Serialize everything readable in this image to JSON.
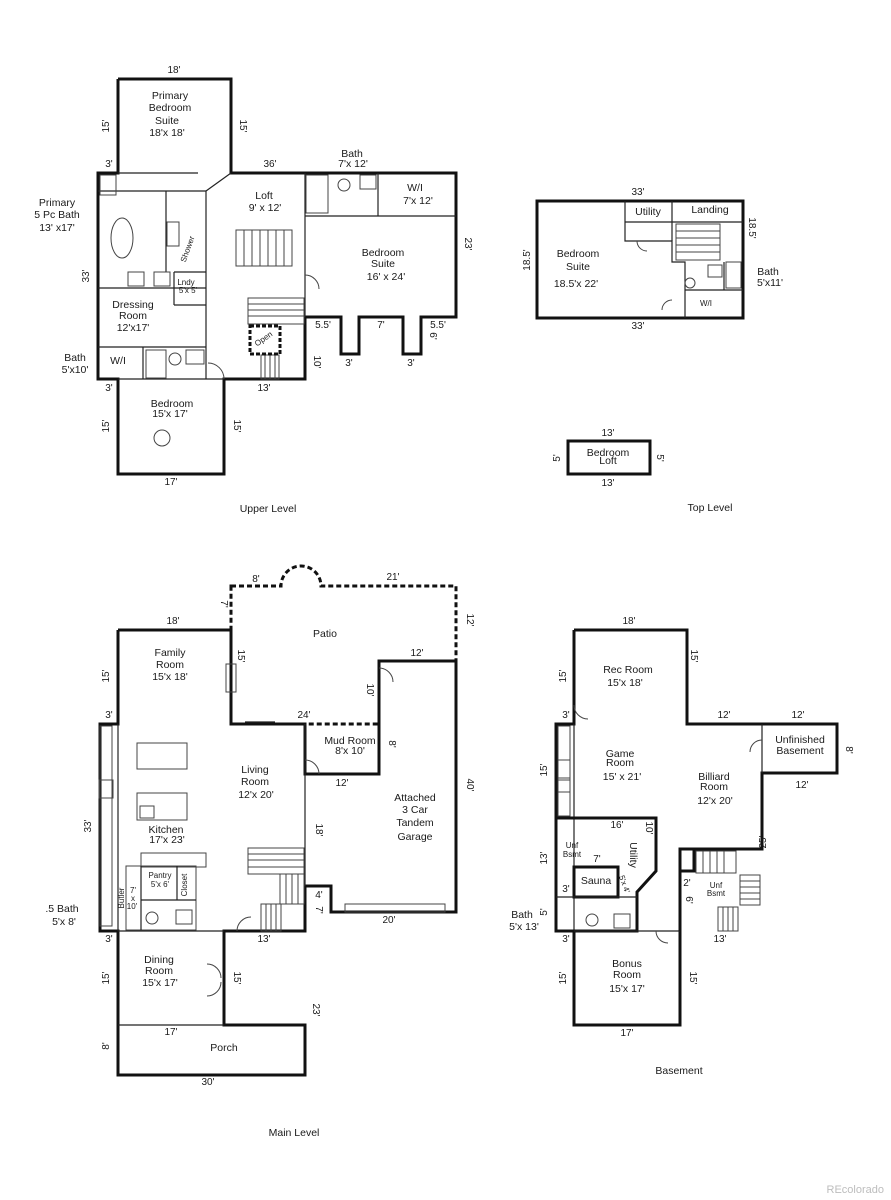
{
  "captions": {
    "upper": "Upper Level",
    "top": "Top Level",
    "main": "Main Level",
    "basement": "Basement"
  },
  "watermark": "REcolorado",
  "upper": {
    "primary_suite": [
      "Primary",
      "Bedroom",
      "Suite",
      "18'x 18'"
    ],
    "primary_bath": [
      "Primary",
      "5 Pc Bath",
      "13' x17'"
    ],
    "shower": "Shower",
    "lndy": [
      "Lndy",
      "5'x 5'"
    ],
    "dressing": [
      "Dressing",
      "Room",
      "12'x17'"
    ],
    "bath": [
      "Bath",
      "5'x10'"
    ],
    "wi": "W/I",
    "bedroom": [
      "Bedroom",
      "15'x 17'"
    ],
    "loft": [
      "Loft",
      "9' x 12'"
    ],
    "bath2": [
      "Bath",
      "7'x 12'"
    ],
    "wi2": [
      "W/I",
      "7'x 12'"
    ],
    "bedroom_suite": [
      "Bedroom",
      "Suite",
      "16' x 24'"
    ],
    "open": "Open",
    "dims": {
      "d18": "18'",
      "d15a": "15'",
      "d15b": "15'",
      "d3a": "3'",
      "d36": "36'",
      "d33": "33'",
      "d3b": "3'",
      "d15c": "15'",
      "d15d": "15'",
      "d17": "17'",
      "d13": "13'",
      "d10": "10'",
      "d55a": "5.5'",
      "d7": "7'",
      "d55b": "5.5'",
      "d6": "6'",
      "d3c": "3'",
      "d3d": "3'",
      "d23": "23'"
    }
  },
  "top": {
    "bedroom_suite": [
      "Bedroom",
      "Suite",
      "18.5'x 22'"
    ],
    "utility": "Utility",
    "landing": "Landing",
    "bath": [
      "Bath",
      "5'x11'"
    ],
    "wi": "W/I",
    "loft": [
      "Bedroom",
      "Loft"
    ],
    "dims": {
      "d33a": "33'",
      "d33b": "33'",
      "d185a": "18.5'",
      "d185b": "18.5'",
      "d13a": "13'",
      "d13b": "13'",
      "d5a": "5'",
      "d5b": "5'"
    }
  },
  "main": {
    "patio": "Patio",
    "family": [
      "Family",
      "Room",
      "15'x 18'"
    ],
    "living": [
      "Living",
      "Room",
      "12'x 20'"
    ],
    "mud": [
      "Mud Room",
      "8'x 10'"
    ],
    "kitchen": [
      "Kitchen",
      "17'x 23'"
    ],
    "pantry": [
      "Pantry",
      "5'x 6'"
    ],
    "closet": "Closet",
    "butler": "Butler",
    "butler_dims": [
      "7'",
      "x",
      "10'"
    ],
    "half_bath": [
      ".5  Bath",
      "5'x 8'"
    ],
    "dining": [
      "Dining",
      "Room",
      "15'x  17'"
    ],
    "garage": [
      "Attached",
      "3 Car",
      "Tandem",
      "Garage"
    ],
    "porch": "Porch",
    "dims": {
      "d8": "8'",
      "d21": "21'",
      "d7a": "7'",
      "d12a": "12'",
      "d15a": "15'",
      "d12b": "12'",
      "d10": "10'",
      "d24": "24'",
      "d18a": "18'",
      "d15b": "15'",
      "d3a": "3'",
      "d33": "33'",
      "d8b": "8'",
      "d12c": "12'",
      "d40": "40'",
      "d18b": "18'",
      "d4": "4'",
      "d7b": "7'",
      "d20": "20'",
      "d3b": "3'",
      "d13": "13'",
      "d15c": "15'",
      "d15d": "15'",
      "d23": "23'",
      "d17": "17'",
      "d8c": "8'",
      "d30": "30'"
    }
  },
  "basement": {
    "rec": [
      "Rec Room",
      "15'x 18'"
    ],
    "game": [
      "Game",
      "Room",
      "15' x 21'"
    ],
    "billiard": [
      "Billiard",
      "Room",
      "12'x 20'"
    ],
    "unfinished": [
      "Unfinished",
      "Basement"
    ],
    "unf1": [
      "Unf",
      "Bsmt"
    ],
    "unf2": [
      "Unf",
      "Bsmt"
    ],
    "utility": "Utility",
    "utility_dim": "5'x 4'",
    "sauna": "Sauna",
    "bath": [
      "Bath",
      "5'x 13'"
    ],
    "bonus": [
      "Bonus",
      "Room",
      "15'x 17'"
    ],
    "dims": {
      "d18": "18'",
      "d15a": "15'",
      "d15b": "15'",
      "d3a": "3'",
      "d12a": "12'",
      "d12b": "12'",
      "d8": "8'",
      "d12c": "12'",
      "d15c": "15'",
      "d16": "16'",
      "d10": "10'",
      "d25": "25'",
      "d13a": "13'",
      "d7": "7'",
      "d3b": "3'",
      "d2": "2'",
      "d6": "6'",
      "d5": "5'",
      "d3c": "3'",
      "d13b": "13'",
      "d15d": "15'",
      "d15e": "15'",
      "d17": "17'"
    }
  }
}
